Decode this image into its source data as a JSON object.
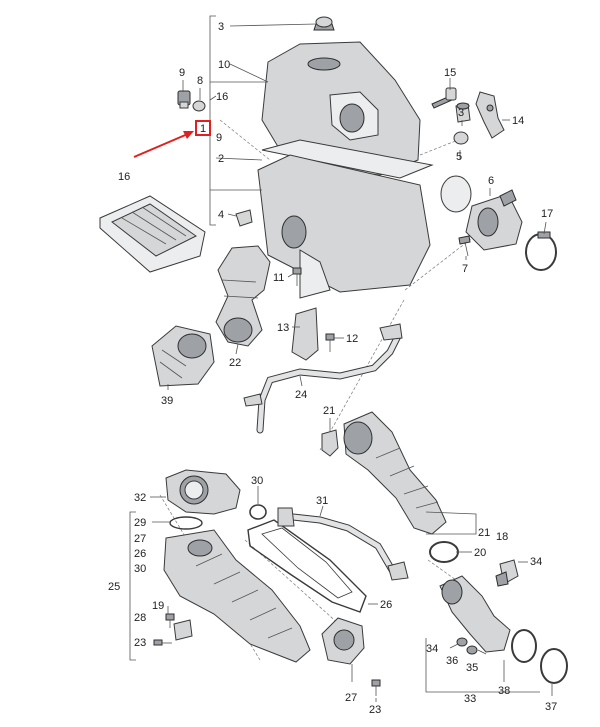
{
  "accent_color": "#e02020",
  "callouts": [
    {
      "id": "c3a",
      "text": "3"
    },
    {
      "id": "c10",
      "text": "10"
    },
    {
      "id": "c9a",
      "text": "9"
    },
    {
      "id": "c8",
      "text": "8"
    },
    {
      "id": "c16a",
      "text": "16"
    },
    {
      "id": "c1",
      "text": "1"
    },
    {
      "id": "c9b",
      "text": "9"
    },
    {
      "id": "c2",
      "text": "2"
    },
    {
      "id": "c4",
      "text": "4"
    },
    {
      "id": "c16b",
      "text": "16"
    },
    {
      "id": "c15",
      "text": "15"
    },
    {
      "id": "c14",
      "text": "14"
    },
    {
      "id": "c3b",
      "text": "3"
    },
    {
      "id": "c5",
      "text": "5"
    },
    {
      "id": "c6",
      "text": "6"
    },
    {
      "id": "c17",
      "text": "17"
    },
    {
      "id": "c7",
      "text": "7"
    },
    {
      "id": "c11",
      "text": "11"
    },
    {
      "id": "c22",
      "text": "22"
    },
    {
      "id": "c13",
      "text": "13"
    },
    {
      "id": "c12",
      "text": "12"
    },
    {
      "id": "c39",
      "text": "39"
    },
    {
      "id": "c24",
      "text": "24"
    },
    {
      "id": "c21a",
      "text": "21"
    },
    {
      "id": "c32",
      "text": "32"
    },
    {
      "id": "c30a",
      "text": "30"
    },
    {
      "id": "c31",
      "text": "31"
    },
    {
      "id": "c29",
      "text": "29"
    },
    {
      "id": "c27a",
      "text": "27"
    },
    {
      "id": "c26a",
      "text": "26"
    },
    {
      "id": "c30b",
      "text": "30"
    },
    {
      "id": "c25",
      "text": "25"
    },
    {
      "id": "c21b",
      "text": "21"
    },
    {
      "id": "c18",
      "text": "18"
    },
    {
      "id": "c20",
      "text": "20"
    },
    {
      "id": "c34a",
      "text": "34"
    },
    {
      "id": "c19",
      "text": "19"
    },
    {
      "id": "c28",
      "text": "28"
    },
    {
      "id": "c26b",
      "text": "26"
    },
    {
      "id": "c23a",
      "text": "23"
    },
    {
      "id": "c34b",
      "text": "34"
    },
    {
      "id": "c36",
      "text": "36"
    },
    {
      "id": "c35",
      "text": "35"
    },
    {
      "id": "c27b",
      "text": "27"
    },
    {
      "id": "c33",
      "text": "33"
    },
    {
      "id": "c38",
      "text": "38"
    },
    {
      "id": "c37",
      "text": "37"
    },
    {
      "id": "c23b",
      "text": "23"
    }
  ]
}
